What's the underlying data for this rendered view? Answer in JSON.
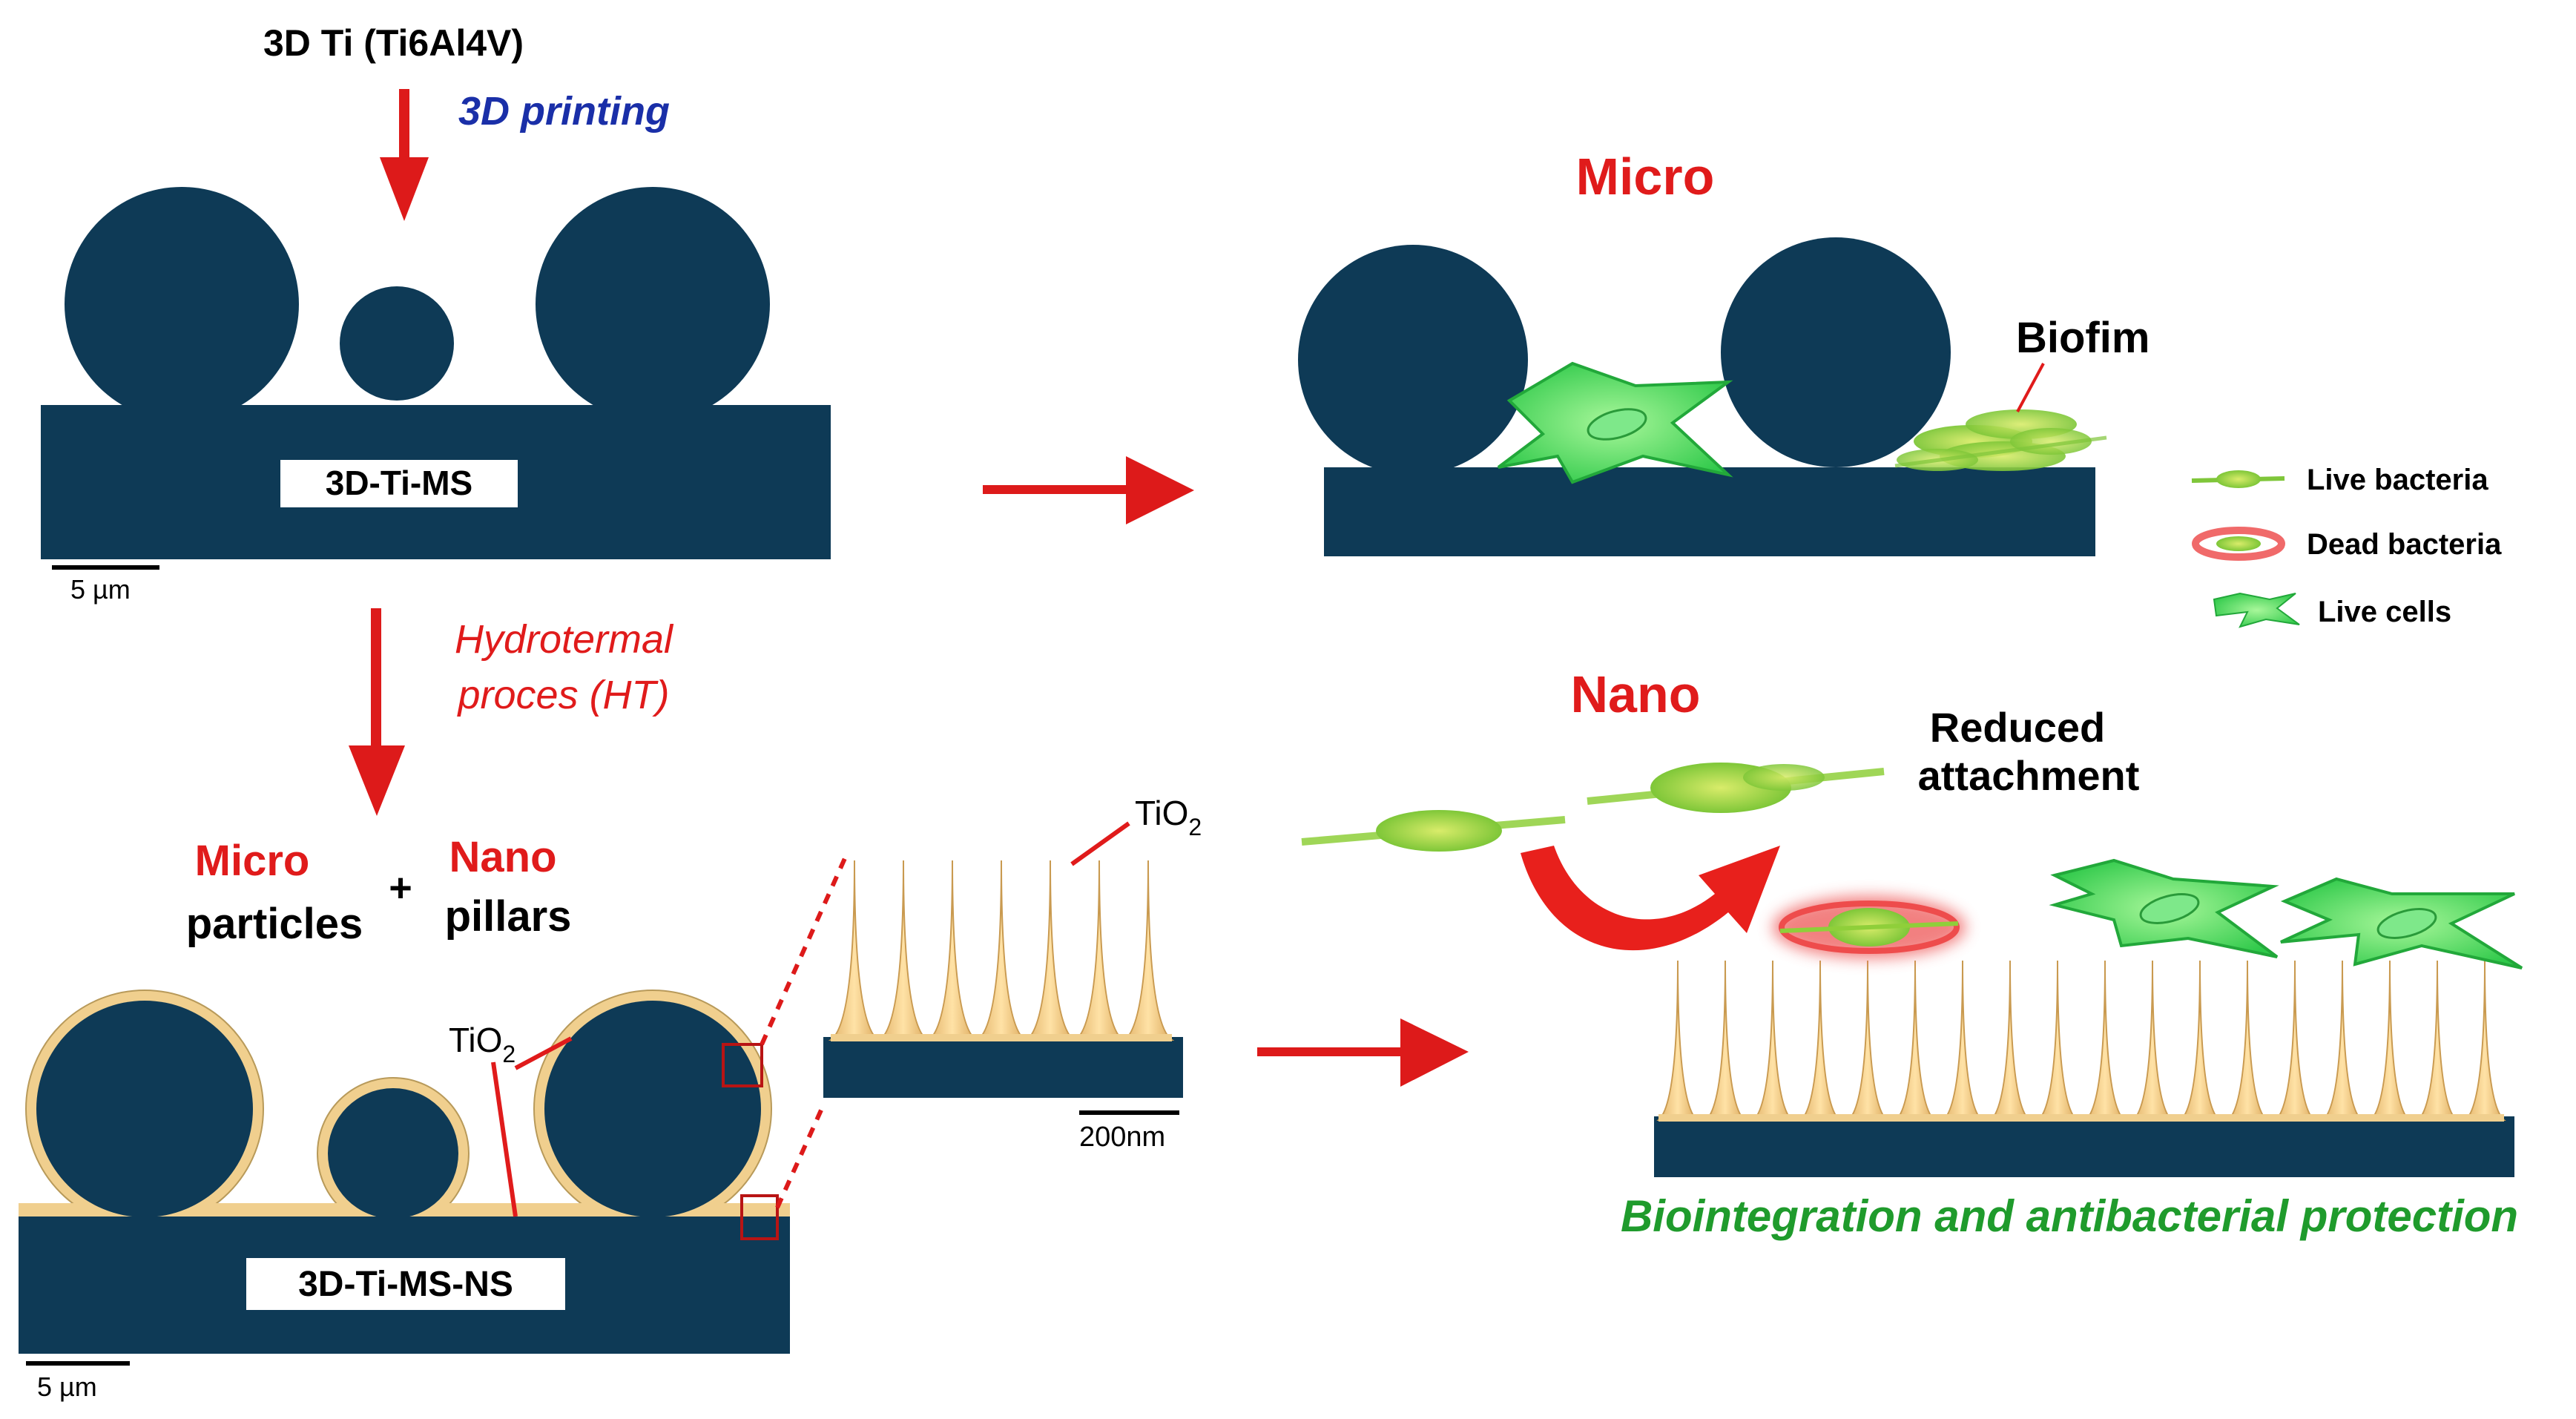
{
  "labels": {
    "top_title": "3D Ti (Ti6Al4V)",
    "printing": "3D printing",
    "ms_label": "3D-Ti-MS",
    "scale_5um_top": "5 µm",
    "ht_line1": "Hydrotermal",
    "ht_line2": "proces (HT)",
    "micro_word": "Micro",
    "particles_word": "particles",
    "plus": "+",
    "nano_word": "Nano",
    "pillars_word": "pillars",
    "tio2_left": "TiO",
    "tio2_left_sub": "2",
    "tio2_zoom": "TiO",
    "tio2_zoom_sub": "2",
    "scale_200nm": "200nm",
    "msns_label": "3D-Ti-MS-NS",
    "scale_5um_bottom": "5 µm",
    "micro_title": "Micro",
    "biofim": "Biofim",
    "legend_live_bacteria": "Live bacteria",
    "legend_dead_bacteria": "Dead bacteria",
    "legend_live_cells": "Live cells",
    "nano_title": "Nano",
    "reduced_line1": "Reduced",
    "reduced_line2": "attachment",
    "bottom_caption": "Biointegration and antibacterial protection"
  },
  "colors": {
    "substrate": "#0e3a56",
    "coating": "#f0cf8e",
    "arrow_red": "#dd1a1a",
    "title_red": "#e01b1b",
    "printing_blue": "#1a2fa8",
    "caption_green": "#1f9b2c",
    "cell_green": "#3fd85a",
    "bacteria_green": "#8fcf3a",
    "dead_red": "#f06a6a"
  }
}
